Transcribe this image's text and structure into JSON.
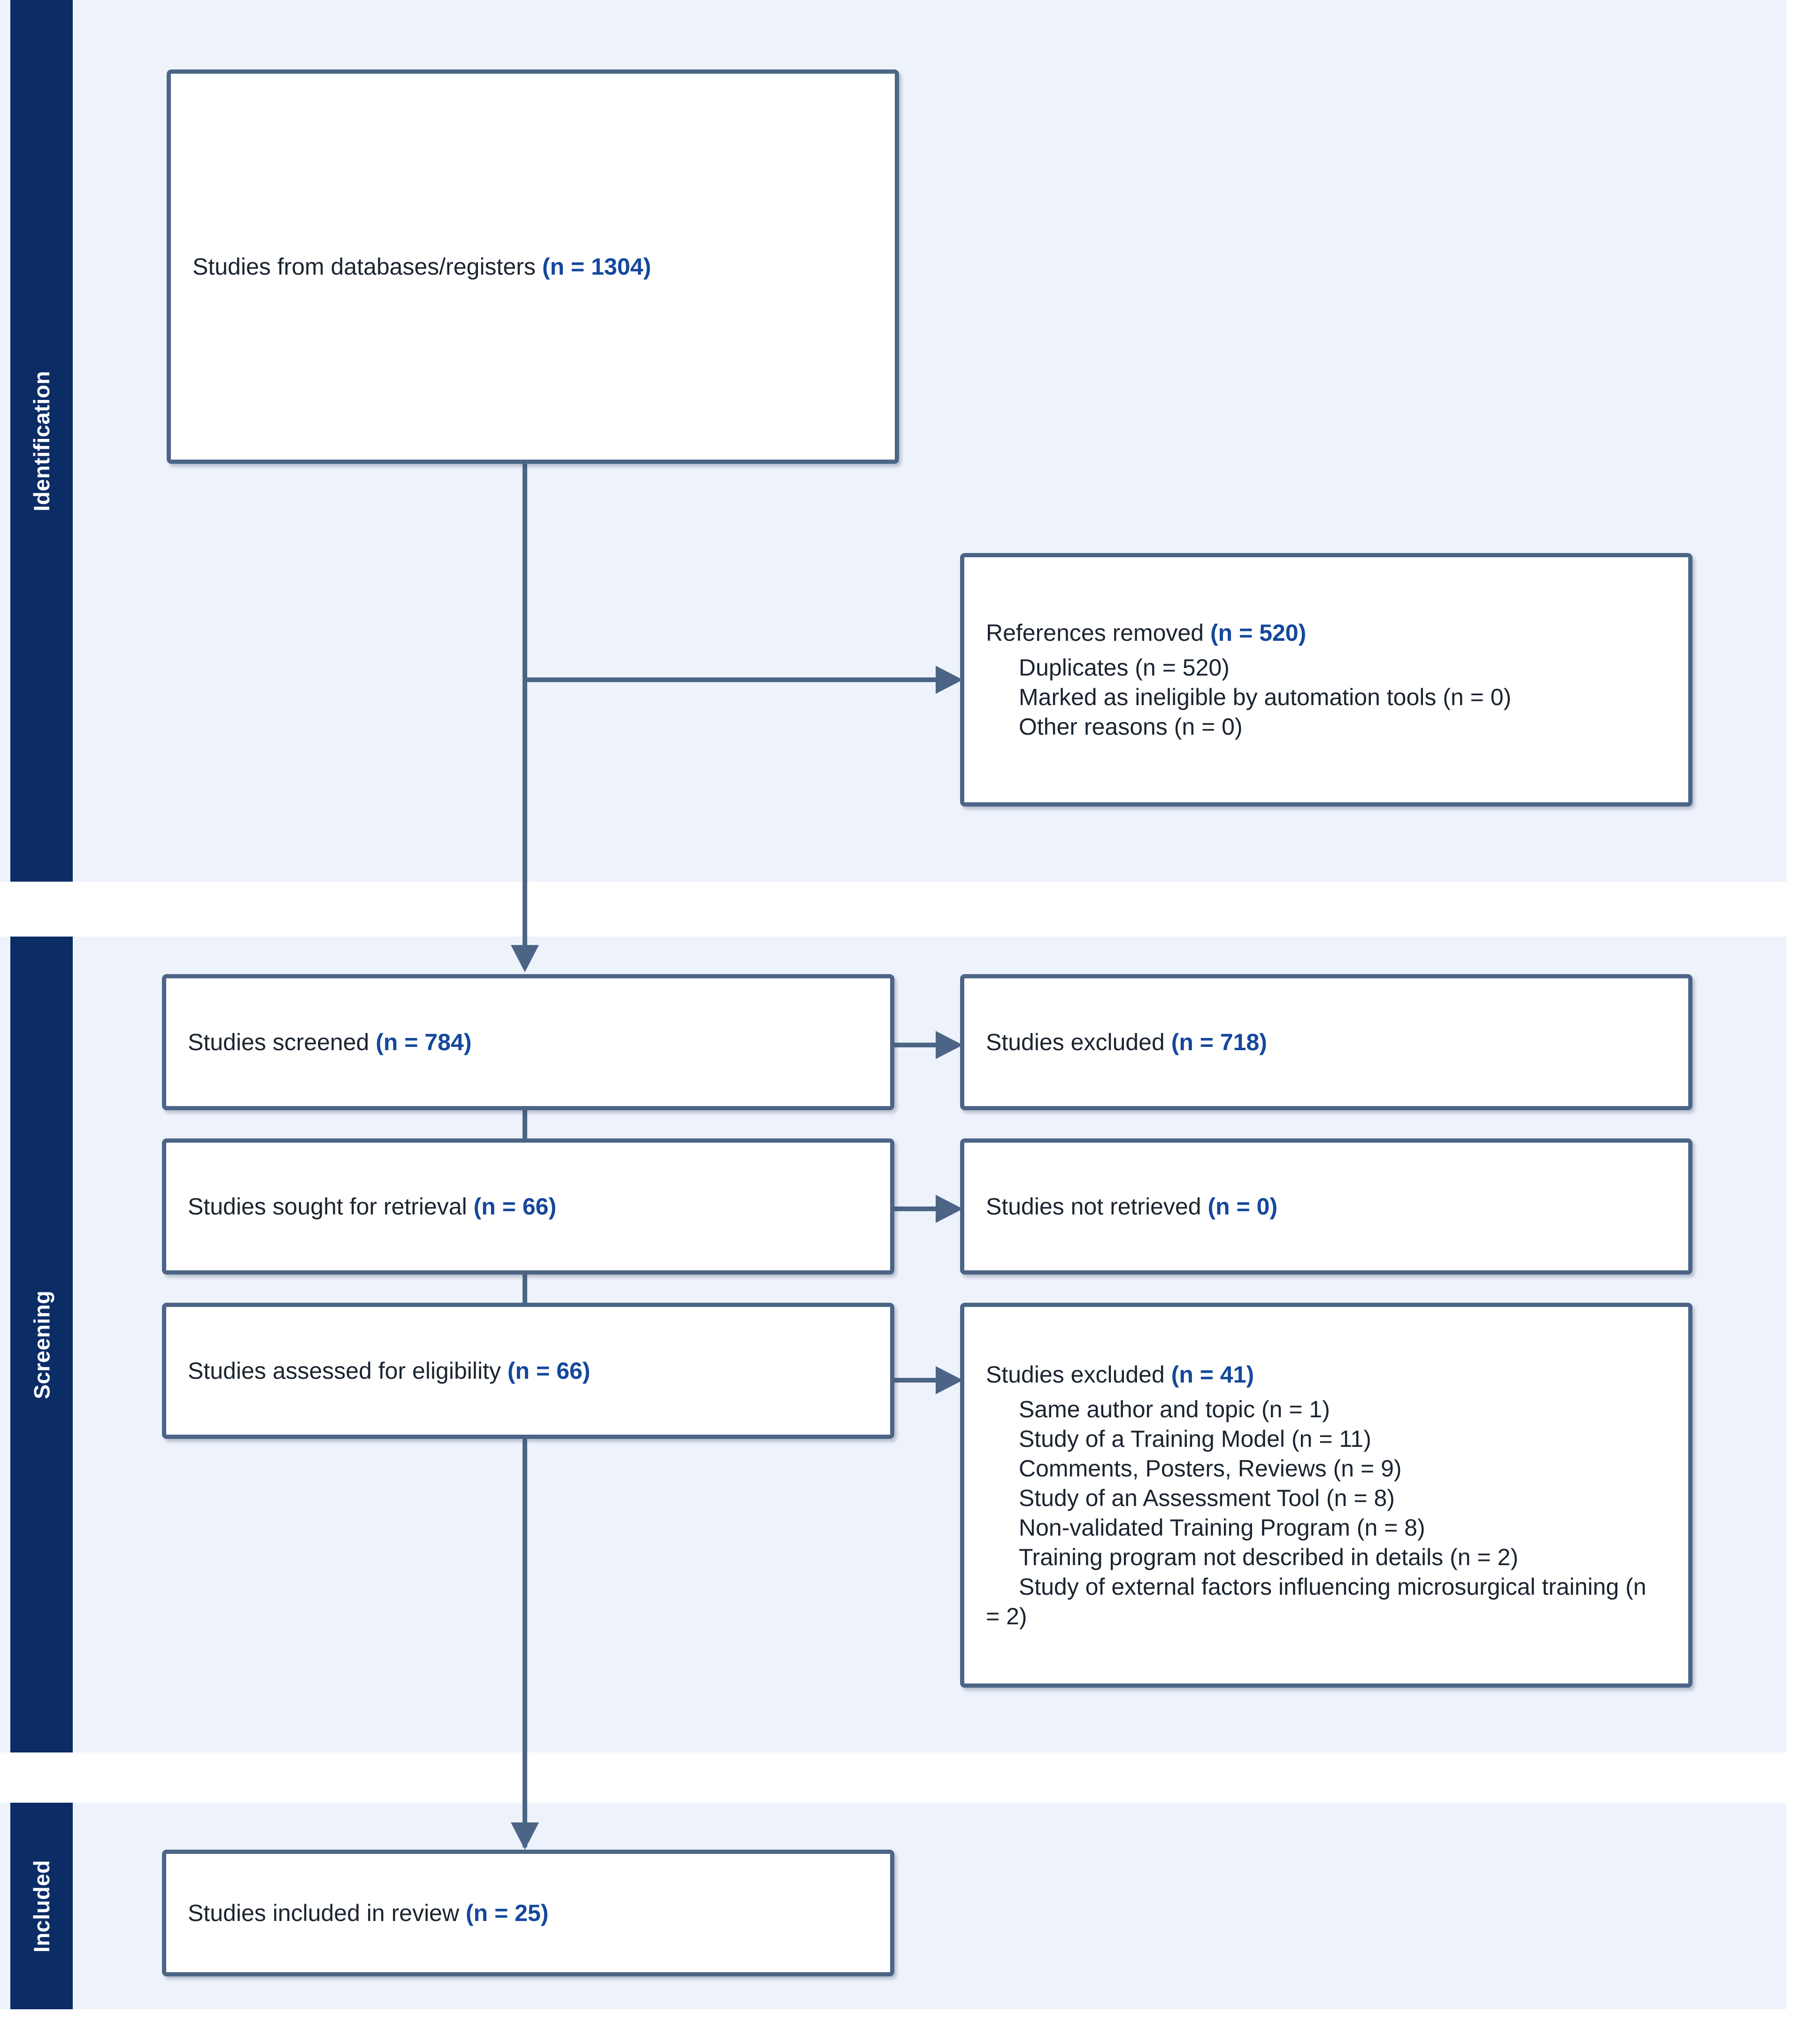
{
  "diagram": {
    "type": "prisma-flow-diagram",
    "accent_navy": "#0c2c66",
    "accent_box_border": "#4c6586",
    "accent_count_blue": "#14489b",
    "panel_background": "#eef2fb"
  },
  "stages": [
    {
      "key": "identification",
      "label": "Identification"
    },
    {
      "key": "screening",
      "label": "Screening"
    },
    {
      "key": "included",
      "label": "Included"
    }
  ],
  "boxes": {
    "databases": {
      "text_prefix": "Studies from databases/registers ",
      "count": "(n = 1304)"
    },
    "references_removed": {
      "text_prefix": "References removed ",
      "count": "(n = 520)",
      "reasons": [
        "Duplicates (n = 520)",
        "Marked as ineligible by automation tools (n = 0)",
        "Other reasons (n = 0)"
      ]
    },
    "screened": {
      "text_prefix": "Studies screened ",
      "count": "(n = 784)"
    },
    "excluded_screening": {
      "text_prefix": "Studies excluded ",
      "count": "(n = 718)"
    },
    "sought": {
      "text_prefix": "Studies sought for retrieval ",
      "count": "(n = 66)"
    },
    "not_retrieved": {
      "text_prefix": "Studies not retrieved ",
      "count": "(n = 0)"
    },
    "assessed": {
      "text_prefix": "Studies assessed for eligibility ",
      "count": "(n = 66)"
    },
    "excluded_eligibility": {
      "text_prefix": "Studies excluded ",
      "count": "(n = 41)",
      "reasons": [
        "Same author and topic (n = 1)",
        "Study of a Training Model (n = 11)",
        "Comments, Posters, Reviews (n = 9)",
        "Study of an Assessment Tool (n = 8)",
        "Non-validated Training Program (n = 8)",
        "Training program not described in details (n = 2)",
        "Study of external factors influencing microsurgical training (n = 2)"
      ]
    },
    "included_review": {
      "text_prefix": "Studies included in review ",
      "count": "(n = 25)"
    }
  }
}
